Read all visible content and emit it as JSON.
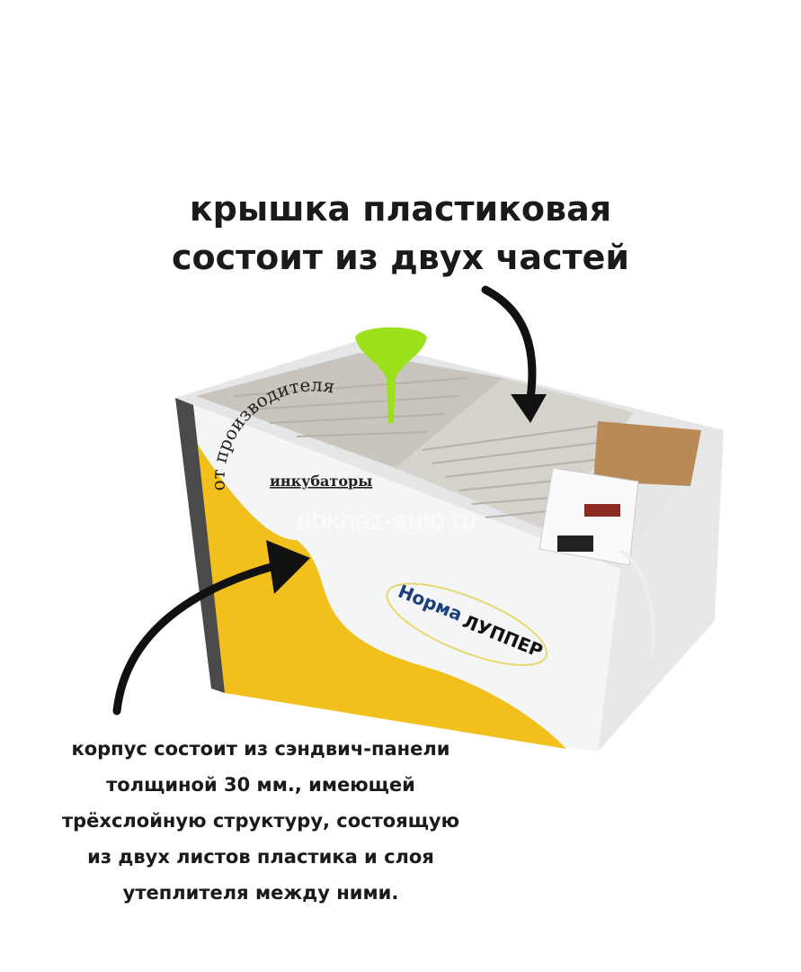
{
  "title": {
    "line1": "крышка пластиковая",
    "line2": "состоит из двух частей"
  },
  "caption": {
    "lines": [
      "корпус состоит из сэндвич-панели",
      "толщиной 30 мм., имеющей",
      "трёхслойную структуру, состоящую",
      "из двух листов пластика и слоя",
      "утеплителя между ними."
    ]
  },
  "stamp": {
    "arc_text": "от производителя",
    "word": "инкубаторы"
  },
  "watermark": "abkhaz-auto.ru",
  "logo": {
    "brand": "Норма",
    "model": "ЛУППЕР"
  },
  "colors": {
    "yellow": "#f2c01c",
    "body": "#f2f4f6",
    "funnel": "#9be21c"
  }
}
